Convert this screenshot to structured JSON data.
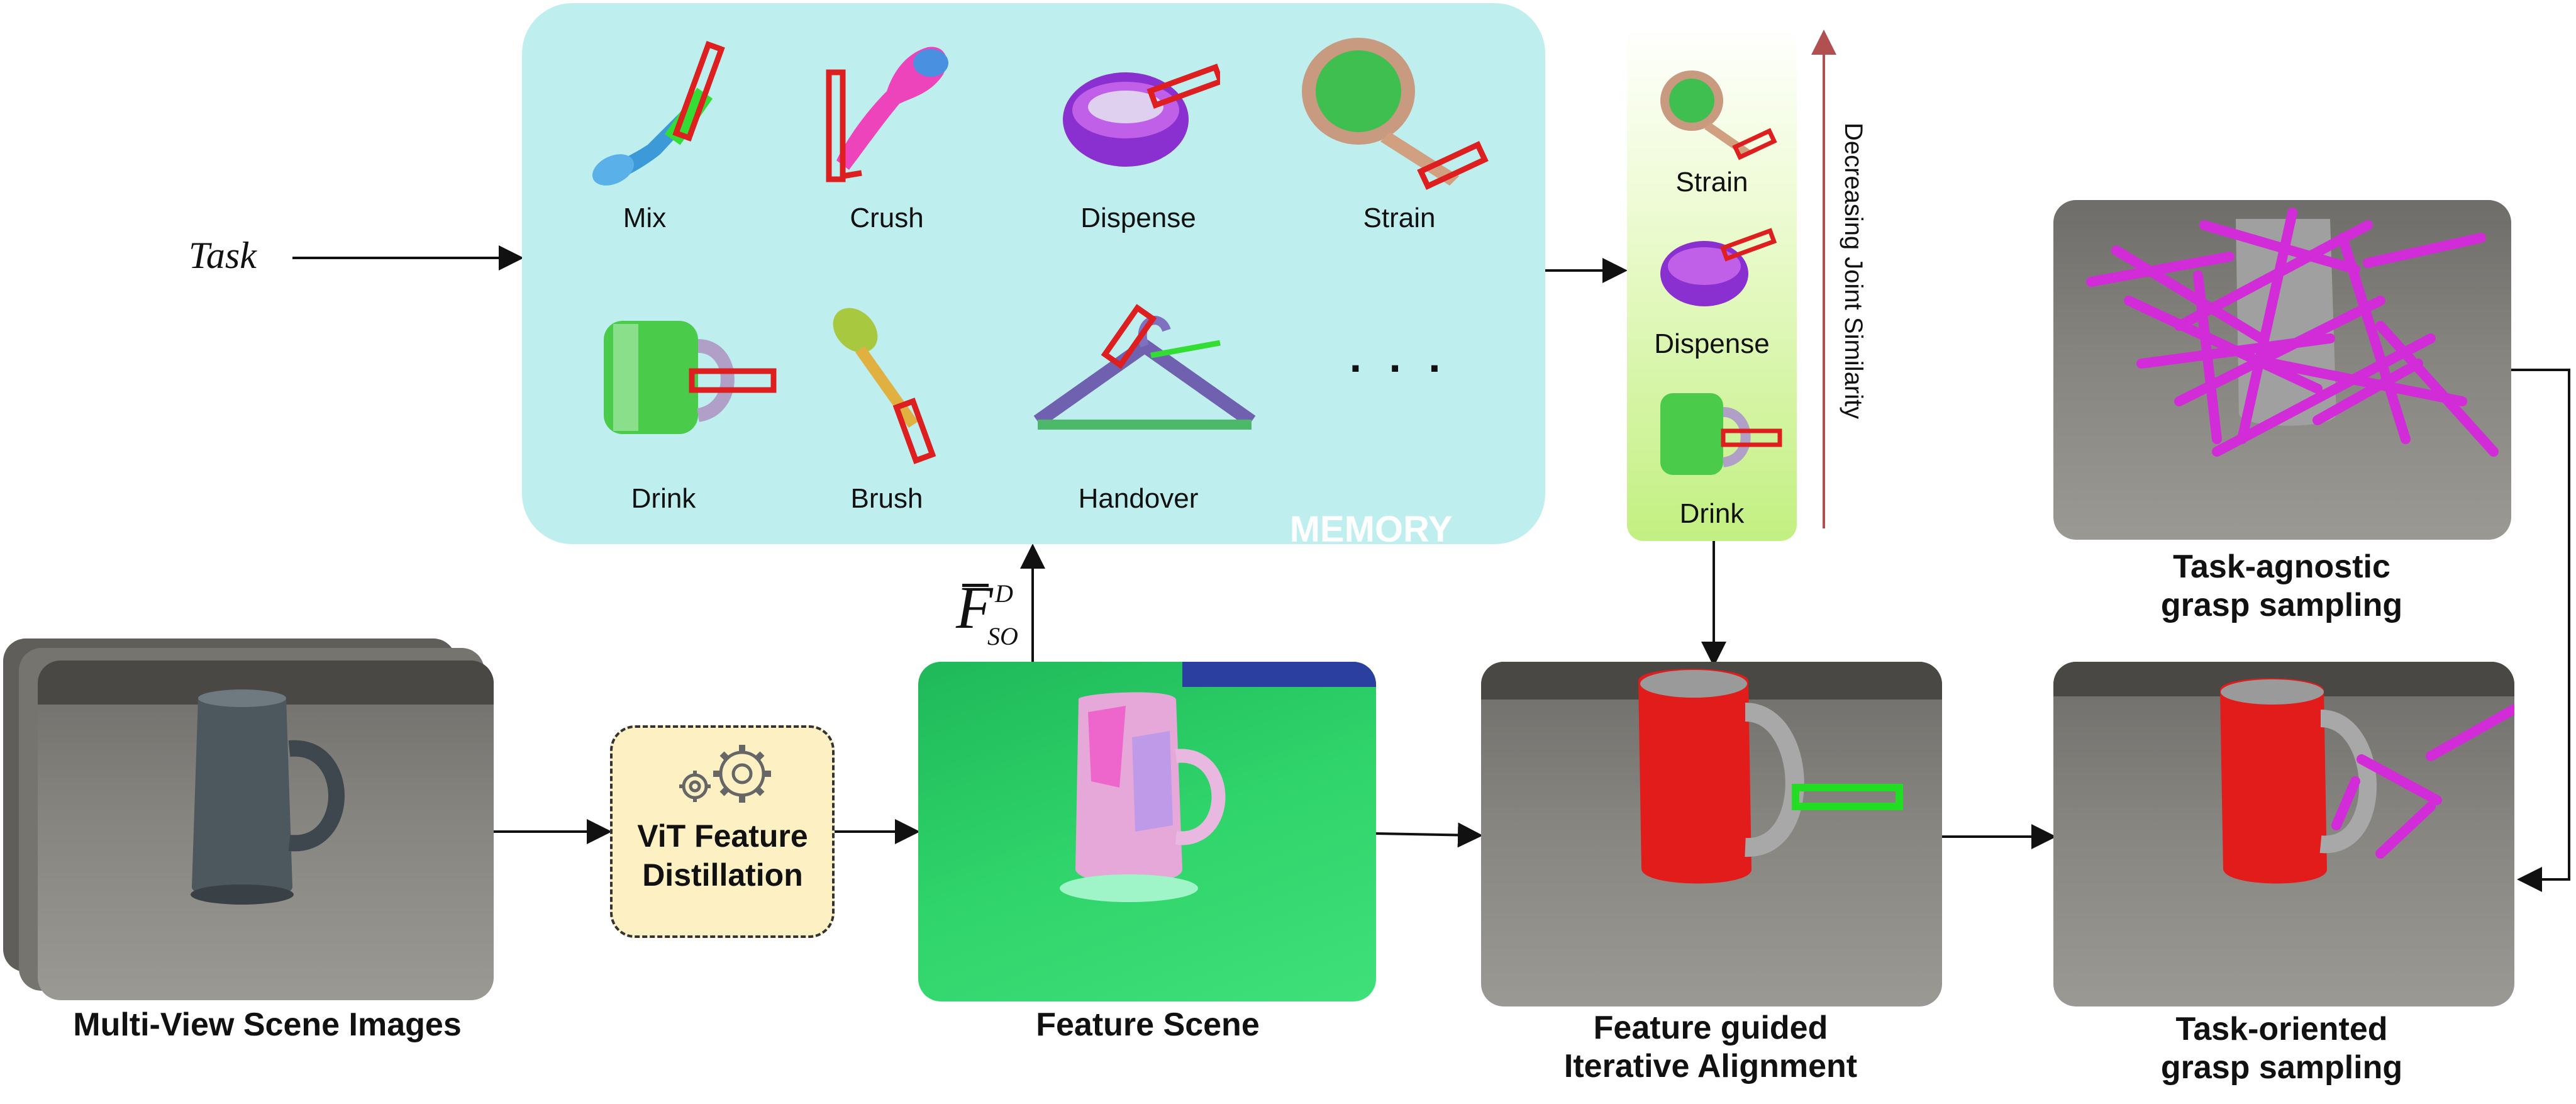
{
  "diagram": {
    "task_label": "Task",
    "memory": {
      "title": "MEMORY",
      "items": [
        "Mix",
        "Crush",
        "Dispense",
        "Strain",
        "Drink",
        "Brush",
        "Handover"
      ],
      "ellipsis": "· · ·"
    },
    "retrieval": {
      "items": [
        "Strain",
        "Dispense",
        "Drink"
      ],
      "axis_label": "Decreasing Joint Similarity"
    },
    "feature_symbol": {
      "base": "F",
      "superscript": "D",
      "subscript": "SO"
    },
    "vit": {
      "label": "ViT Feature\nDistillation"
    },
    "captions": {
      "multiview": "Multi-View Scene Images",
      "feature_scene": "Feature Scene",
      "alignment_line1": "Feature guided",
      "alignment_line2": "Iterative Alignment",
      "agnostic_line1": "Task-agnostic",
      "agnostic_line2": "grasp sampling",
      "oriented_line1": "Task-oriented",
      "oriented_line2": "grasp sampling"
    },
    "colors": {
      "memory_bg": "#bfeeee",
      "retrieval_green": "#c2f081",
      "vit_bg": "#fdf1c4",
      "feature_green": "#2fd46a",
      "mug_red": "#e21b1b",
      "grasp_magenta": "#d22cd8",
      "grasp_green": "#22dd22",
      "gripper_red": "#dd1f1f",
      "axis_arrow": "#b05050"
    }
  }
}
